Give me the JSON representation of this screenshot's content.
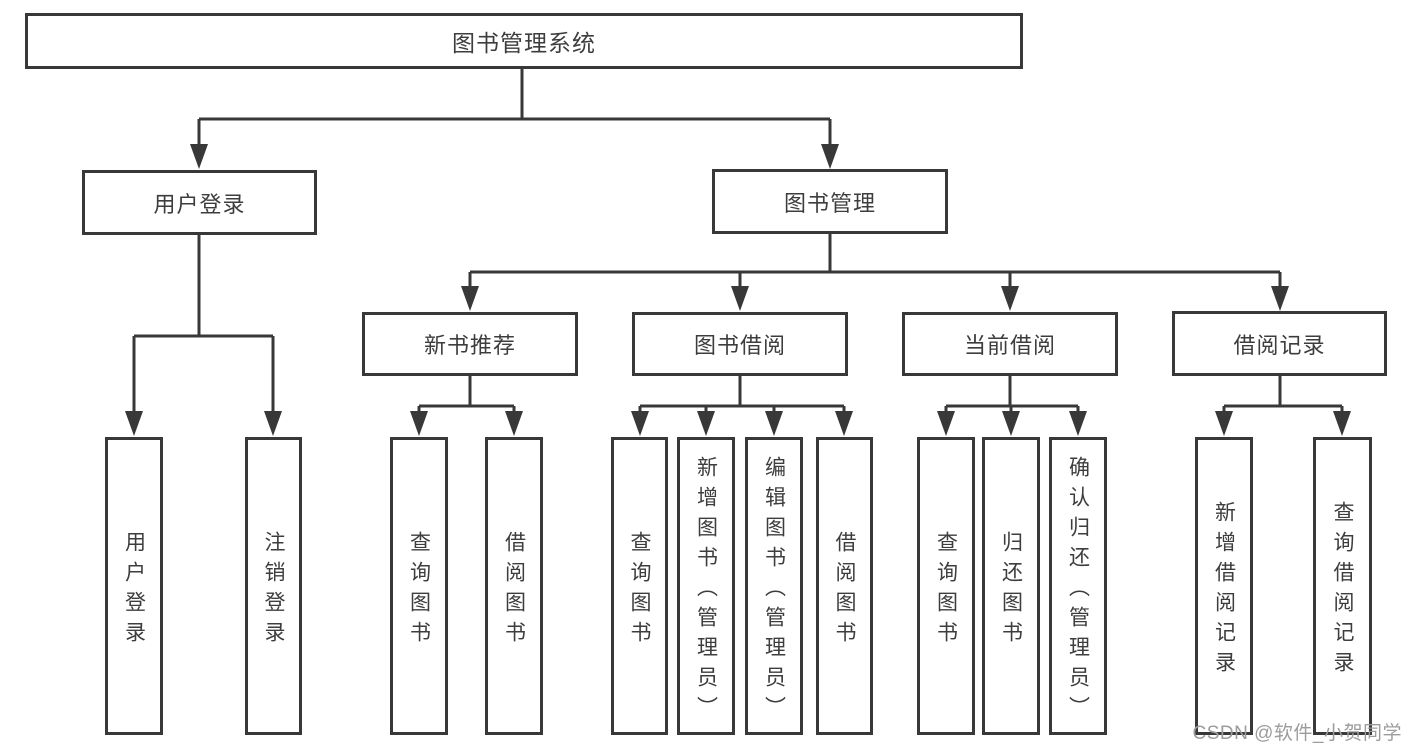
{
  "diagram": {
    "root": {
      "label": "图书管理系统"
    },
    "level2": [
      {
        "label": "用户登录"
      },
      {
        "label": "图书管理"
      }
    ],
    "level3": [
      {
        "label": "新书推荐"
      },
      {
        "label": "图书借阅"
      },
      {
        "label": "当前借阅"
      },
      {
        "label": "借阅记录"
      }
    ],
    "leaves": {
      "user_login": [
        {
          "label": "用户登录"
        },
        {
          "label": "注销登录"
        }
      ],
      "new_book": [
        {
          "label": "查询图书"
        },
        {
          "label": "借阅图书"
        }
      ],
      "book_borrow": [
        {
          "label": "查询图书"
        },
        {
          "label": "新增图书（管理员）"
        },
        {
          "label": "编辑图书（管理员）"
        },
        {
          "label": "借阅图书"
        }
      ],
      "current_borrow": [
        {
          "label": "查询图书"
        },
        {
          "label": "归还图书"
        },
        {
          "label": "确认归还（管理员）"
        }
      ],
      "borrow_record": [
        {
          "label": "新增借阅记录"
        },
        {
          "label": "查询借阅记录"
        }
      ]
    },
    "watermark": "CSDN @软件_小贺同学",
    "colors": {
      "line": "#383838",
      "text": "#3d3d3d",
      "watermark": "#9c9c9c",
      "background": "#ffffff"
    }
  }
}
